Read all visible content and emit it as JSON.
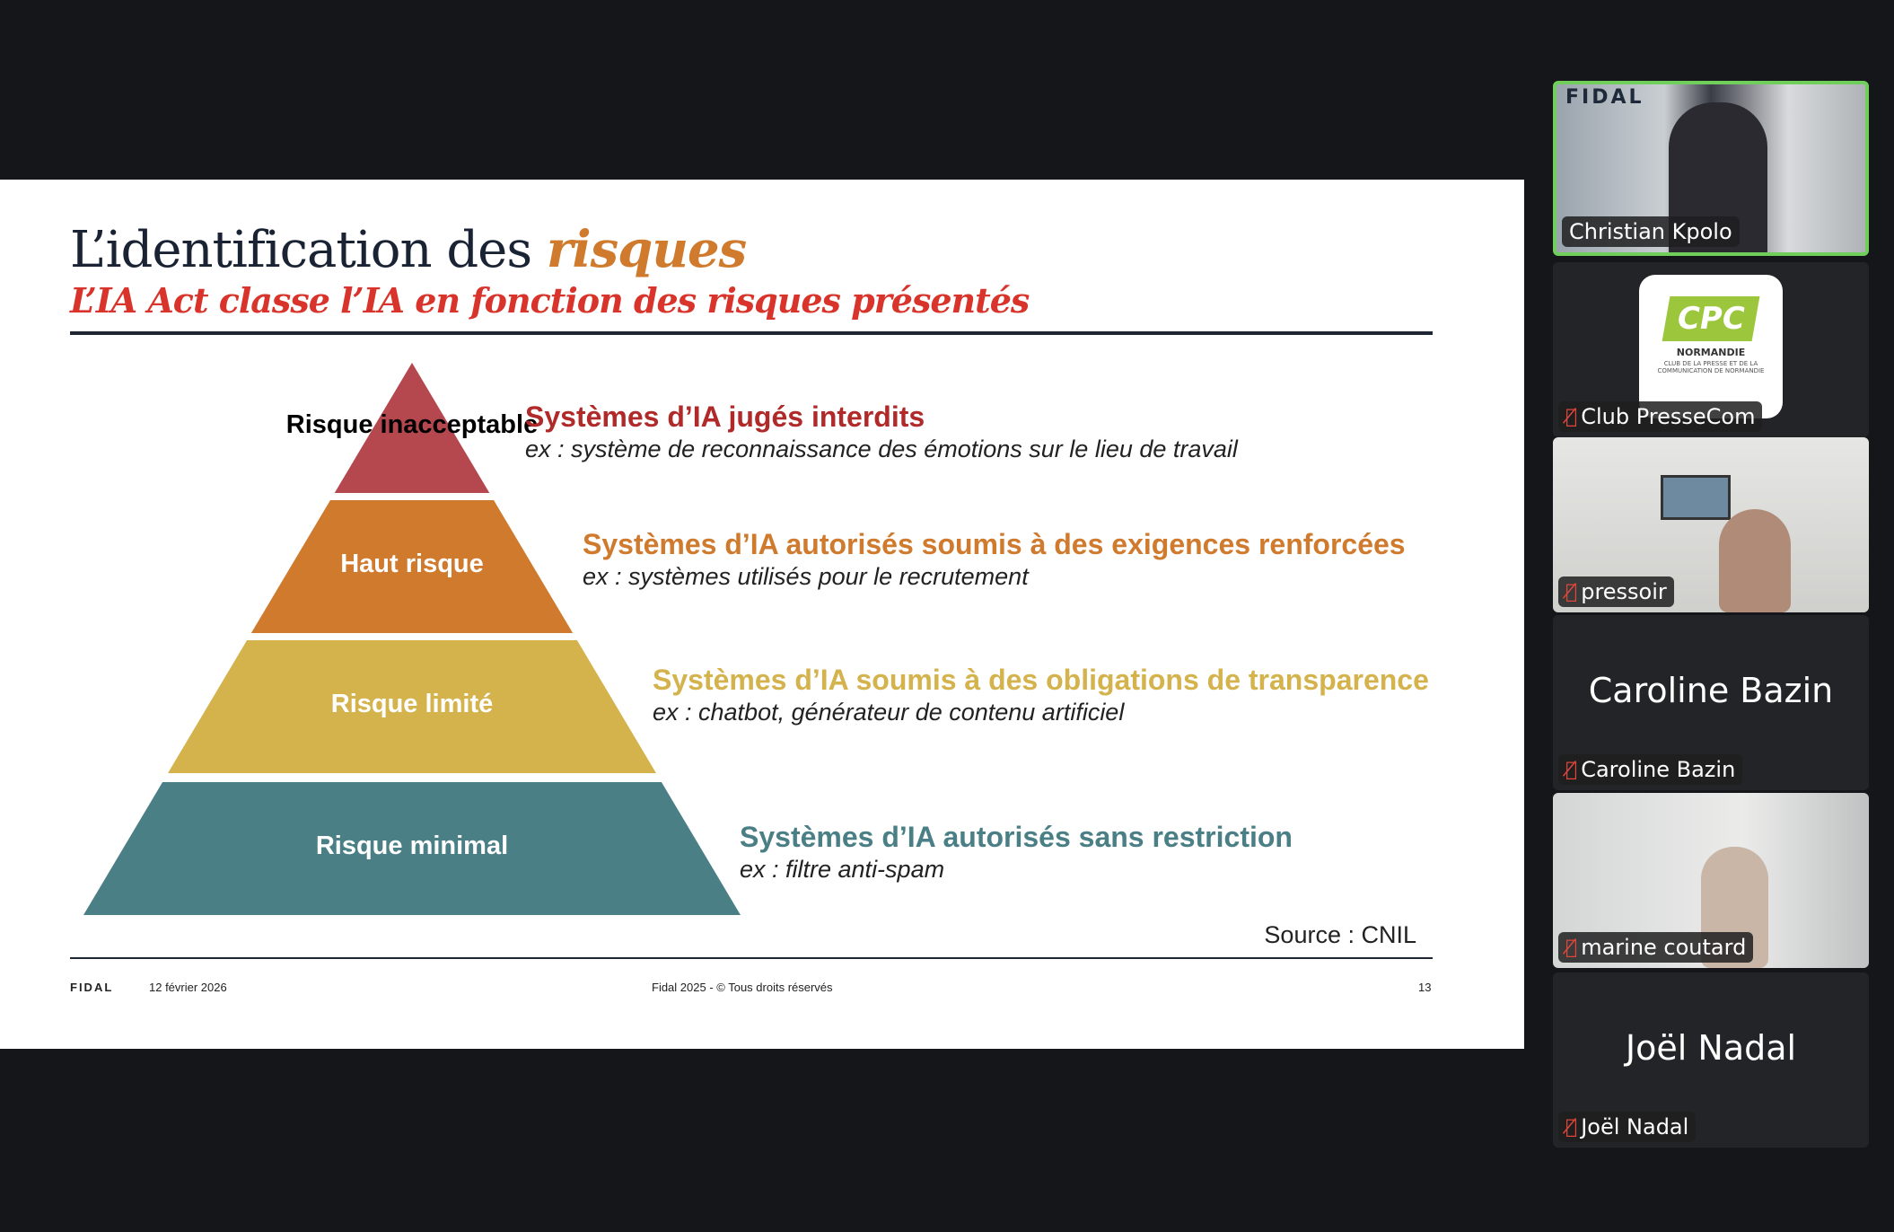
{
  "slide": {
    "title_main": "L’identification des ",
    "title_accent": "risques",
    "subtitle": "L’IA Act classe l’IA en fonction des risques présentés",
    "levels": [
      {
        "label": "Risque inacceptable",
        "heading": "Systèmes d’IA jugés interdits",
        "example": "ex : système de reconnaissance des émotions sur le lieu de travail",
        "color": "#b5474f",
        "text_color": "#b02a2a"
      },
      {
        "label": "Haut risque",
        "heading": "Systèmes d’IA autorisés soumis à des exigences renforcées",
        "example": "ex : systèmes utilisés pour le recrutement",
        "color": "#d07a2e",
        "text_color": "#d07a2e"
      },
      {
        "label": "Risque limité",
        "heading": "Systèmes d’IA soumis à des obligations de transparence",
        "example": "ex : chatbot, générateur de contenu artificiel",
        "color": "#d4b24c",
        "text_color": "#d4b24c"
      },
      {
        "label": "Risque minimal",
        "heading": "Systèmes d’IA autorisés sans restriction",
        "example": "ex : filtre anti-spam",
        "color": "#4a7f86",
        "text_color": "#4a7f86"
      }
    ],
    "source": "Source : CNIL",
    "footer": {
      "brand": "FIDAL",
      "date": "12 février 2026",
      "copyright": "Fidal 2025 - © Tous droits réservés",
      "page": "13"
    }
  },
  "participants": [
    {
      "name": "Christian Kpolo",
      "muted": false,
      "active": true,
      "video": true,
      "bg_logo": "FIDAL"
    },
    {
      "name": "Club PresseCom",
      "muted": true,
      "logo": {
        "main": "CPC",
        "sub": "NORMANDIE",
        "tagline": "CLUB DE LA PRESSE ET DE LA COMMUNICATION DE NORMANDIE"
      }
    },
    {
      "name": "pressoir",
      "muted": true,
      "video": true
    },
    {
      "name": "Caroline Bazin",
      "muted": true,
      "video": false
    },
    {
      "name": "marine coutard",
      "muted": true,
      "video": true
    },
    {
      "name": "Joël Nadal",
      "muted": true,
      "video": false
    }
  ],
  "accent_active": "#6fcf5a"
}
